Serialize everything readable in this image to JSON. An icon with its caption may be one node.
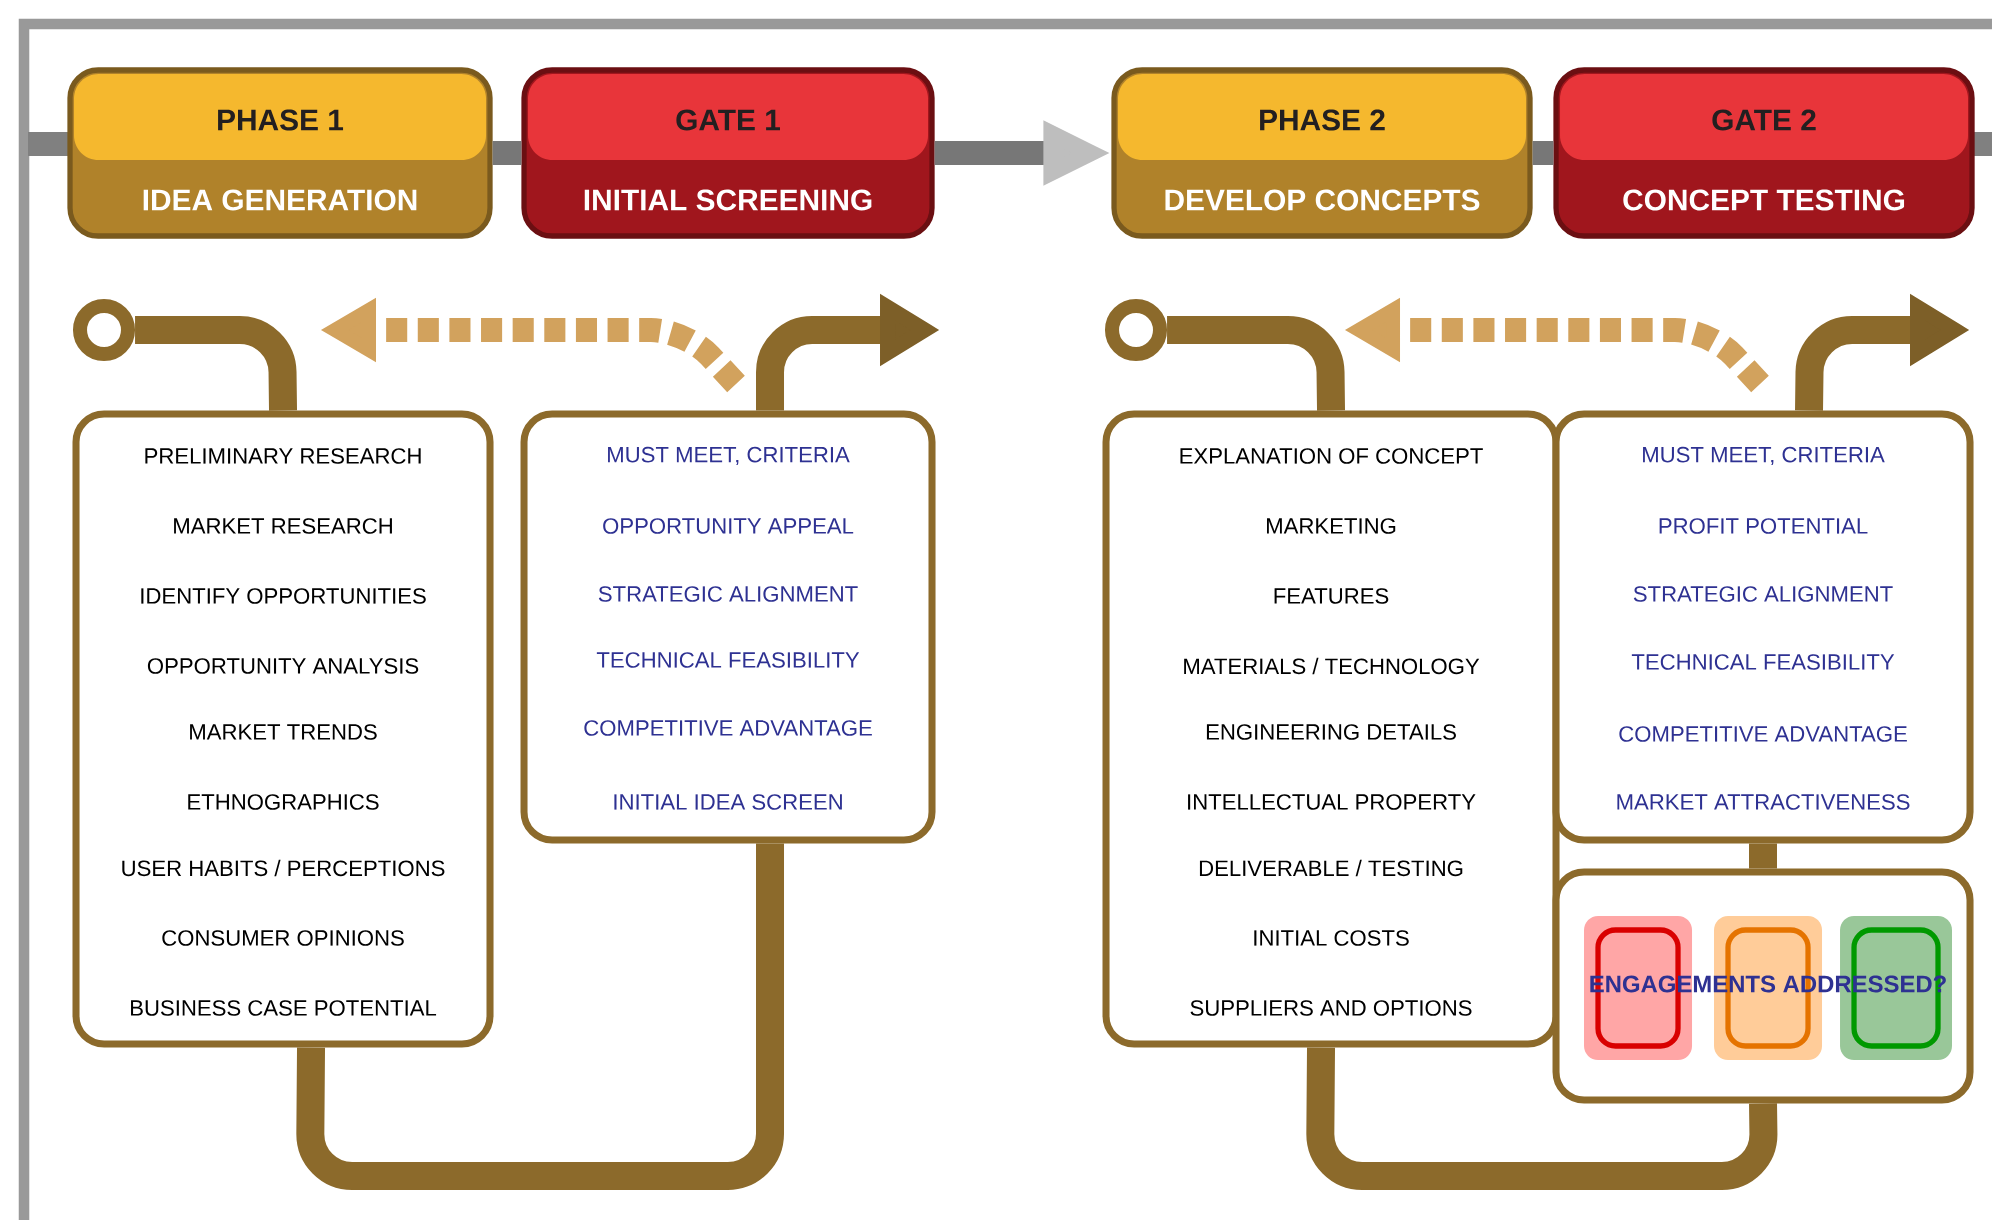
{
  "diagram": {
    "nodes": [
      {
        "text": [
          "PHASE 1",
          "IDEA GENERATION"
        ]
      },
      {
        "text": [
          "GATE 1",
          "INITIAL SCREENING"
        ]
      },
      {
        "text": [
          "PHASE 2",
          "DEVELOP CONCEPTS"
        ]
      },
      {
        "text": [
          "GATE 2",
          "CONCEPT TESTING"
        ]
      },
      {
        "text": [
          "PRELIMINARY RESEARCH",
          "MARKET RESEARCH",
          "IDENTIFY OPPORTUNITIES",
          "OPPORTUNITY ANALYSIS",
          "MARKET TRENDS",
          "ETHNOGRAPHICS",
          "USER HABITS / PERCEPTIONS",
          "CONSUMER OPINIONS",
          "BUSINESS CASE POTENTIAL"
        ]
      },
      {
        "text": [
          "MUST MEET, CRITERIA",
          "OPPORTUNITY APPEAL",
          "STRATEGIC ALIGNMENT",
          "TECHNICAL FEASIBILITY",
          "COMPETITIVE ADVANTAGE",
          "INITIAL IDEA SCREEN"
        ]
      },
      {
        "text": [
          "EXPLANATION OF CONCEPT",
          "MARKETING",
          "FEATURES",
          "MATERIALS / TECHNOLOGY",
          "ENGINEERING DETAILS",
          "INTELLECTUAL PROPERTY",
          "DELIVERABLE / TESTING",
          "INITIAL COSTS",
          "SUPPLIERS AND OPTIONS"
        ]
      },
      {
        "text": [
          "MUST MEET, CRITERIA",
          "PROFIT POTENTIAL",
          "STRATEGIC ALIGNMENT",
          "TECHNICAL FEASIBILITY",
          "COMPETITIVE ADVANTAGE",
          "MARKET ATTRACTIVENESS"
        ]
      },
      {
        "text": [
          "ENGAGEMENTS ADDRESSED?"
        ]
      },
      {
        "text": [],
        "shape": "circle"
      },
      {
        "text": [],
        "shape": "circle"
      }
    ],
    "edges": [
      {
        "from": 0,
        "to": 1,
        "arrow": "none",
        "color": "#777777"
      },
      {
        "from": 1,
        "to": 2,
        "arrow": "to",
        "color": "#777777"
      },
      {
        "from": 2,
        "to": 3,
        "arrow": "none",
        "color": "#777777"
      },
      {
        "from": 9,
        "to": 4,
        "arrow": "none"
      },
      {
        "from": 4,
        "to": 5,
        "arrow": "none"
      },
      {
        "from": 5,
        "to": null,
        "arrow": "to"
      },
      {
        "from": 10,
        "to": 6,
        "arrow": "none"
      },
      {
        "from": 6,
        "to": 8,
        "arrow": "none"
      },
      {
        "from": 8,
        "to": 7,
        "arrow": "none"
      },
      {
        "from": 7,
        "to": null,
        "arrow": "to"
      }
    ]
  }
}
